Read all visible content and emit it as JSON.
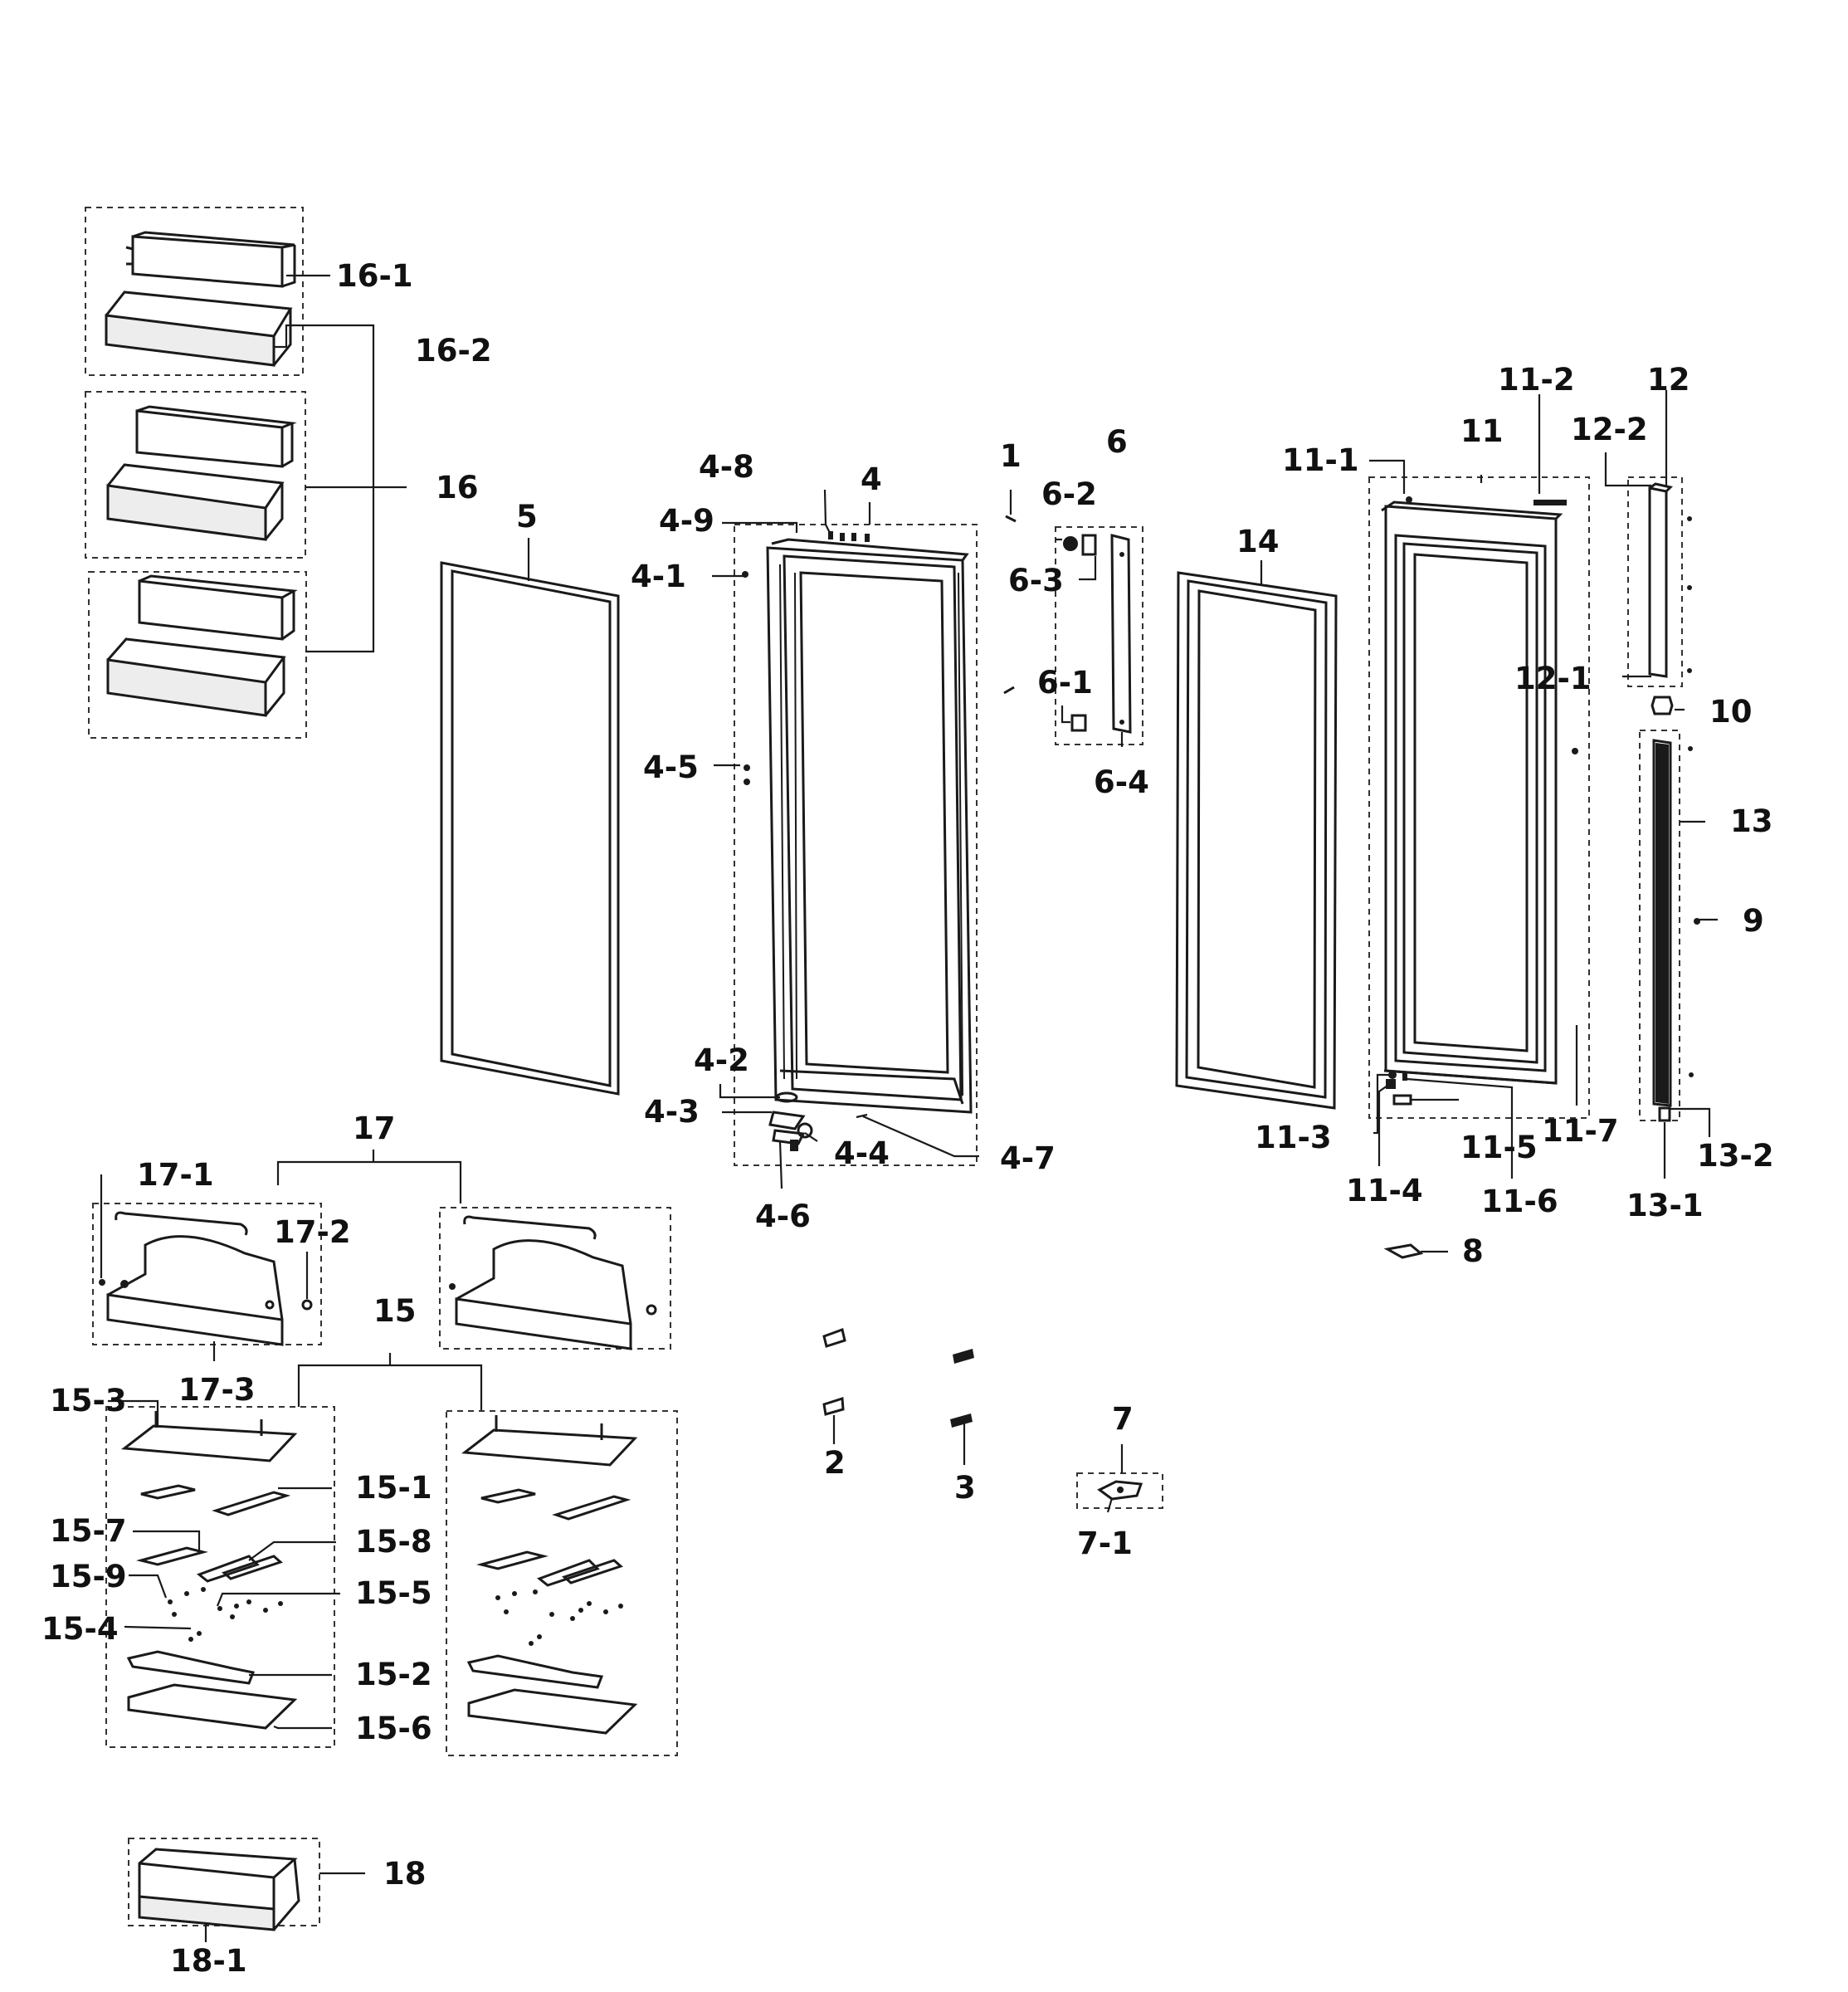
{
  "labels": {
    "l1": "1",
    "l2": "2",
    "l3": "3",
    "l4": "4",
    "l4_1": "4-1",
    "l4_2": "4-2",
    "l4_3": "4-3",
    "l4_4": "4-4",
    "l4_5": "4-5",
    "l4_6": "4-6",
    "l4_7": "4-7",
    "l4_8": "4-8",
    "l4_9": "4-9",
    "l5": "5",
    "l6": "6",
    "l6_1": "6-1",
    "l6_2": "6-2",
    "l6_3": "6-3",
    "l6_4": "6-4",
    "l7": "7",
    "l7_1": "7-1",
    "l8": "8",
    "l9": "9",
    "l10": "10",
    "l11": "11",
    "l11_1": "11-1",
    "l11_2": "11-2",
    "l11_3": "11-3",
    "l11_4": "11-4",
    "l11_5": "11-5",
    "l11_6": "11-6",
    "l11_7": "11-7",
    "l12": "12",
    "l12_1": "12-1",
    "l12_2": "12-2",
    "l13": "13",
    "l13_1": "13-1",
    "l13_2": "13-2",
    "l14": "14",
    "l15": "15",
    "l15_1": "15-1",
    "l15_2": "15-2",
    "l15_3": "15-3",
    "l15_4": "15-4",
    "l15_5": "15-5",
    "l15_6": "15-6",
    "l15_7": "15-7",
    "l15_8": "15-8",
    "l15_9": "15-9",
    "l16": "16",
    "l16_1": "16-1",
    "l16_2": "16-2",
    "l17": "17",
    "l17_1": "17-1",
    "l17_2": "17-2",
    "l17_3": "17-3",
    "l18": "18",
    "l18_1": "18-1"
  },
  "colors": {
    "ink": "#1a1a1a",
    "background": "#ffffff"
  }
}
